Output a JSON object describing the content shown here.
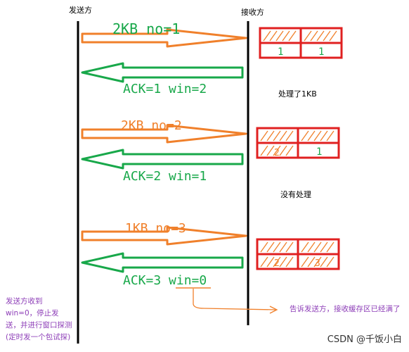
{
  "header": {
    "sender": "发送方",
    "receiver": "接收方"
  },
  "steps": [
    {
      "send": "2KB no=1",
      "ack": "ACK=1 win=2",
      "buffer": [
        "1",
        "1"
      ],
      "between_note": "处理了1KB"
    },
    {
      "send": "2KB no=2",
      "ack": "ACK=2 win=1",
      "buffer": [
        "2",
        "1"
      ],
      "between_note": "没有处理"
    },
    {
      "send": "1KB no=3",
      "ack": "ACK=3 win=0",
      "buffer": [
        "2",
        "3"
      ]
    }
  ],
  "notes": {
    "sender_side": "发送方收到win=0，停止发送，并进行窗口探测(定时发一个包试探)",
    "receiver_side": "告诉发送方，接收缓存区已经满了"
  },
  "watermark": "CSDN @千饭小白",
  "colors": {
    "send": "#f0802b",
    "ack": "#18a84a",
    "buffer": "#e02020",
    "note": "#8e3fb8"
  }
}
